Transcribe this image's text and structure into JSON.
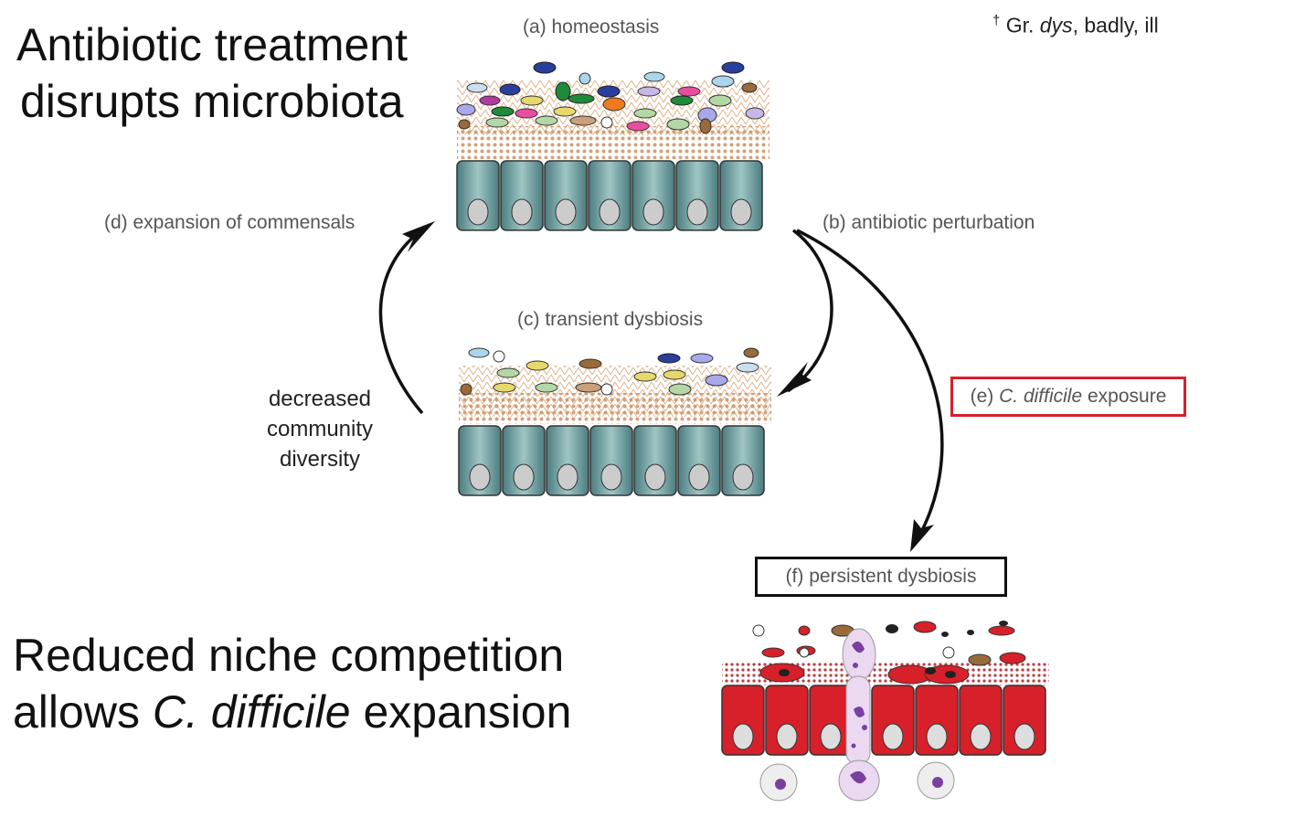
{
  "headline_top": {
    "line1": "Antibiotic treatment",
    "line2": "disrupts microbiota"
  },
  "headline_bottom": {
    "line1": "Reduced niche competition",
    "line2_pre": "allows ",
    "line2_italic": "C. difficile",
    "line2_post": " expansion"
  },
  "footnote": {
    "marker": "†",
    "pre": " Gr. ",
    "italic": "dys",
    "post": ", badly, ill"
  },
  "stages": {
    "a": "(a) homeostasis",
    "b": "(b) antibiotic perturbation",
    "c": "(c) transient dysbiosis",
    "d": "(d) expansion of commensals",
    "e_pre": "(e) ",
    "e_italic": "C. difficile",
    "e_post": " exposure",
    "f": "(f) persistent dysbiosis"
  },
  "diversity_note": {
    "line1": "decreased",
    "line2": "community",
    "line3": "diversity"
  },
  "colors": {
    "epithelium_healthy": "#5f8f92",
    "epithelium_damaged": "#d8202a",
    "exposure_box": "#d8202a",
    "mucus": "#e9c9a6",
    "inflammatory_cell": "#7b3fa0"
  },
  "icons": [
    "curved-arrow",
    "epithelial-cell",
    "bacterium",
    "immune-cell"
  ]
}
